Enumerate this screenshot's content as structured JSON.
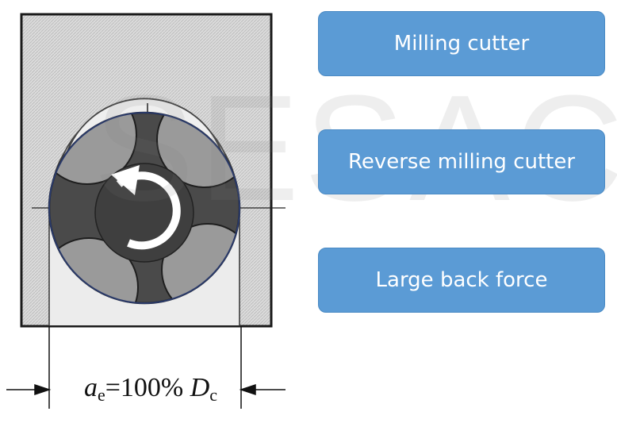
{
  "watermark": {
    "text": "SESAC"
  },
  "labels": {
    "milling_cutter": "Milling cutter",
    "reverse_milling_cutter": "Reverse milling cutter",
    "large_back_force": "Large back force"
  },
  "formula": {
    "a": "a",
    "a_sub": "e",
    "equals_value": "=100%",
    "d": "D",
    "d_sub": "c"
  },
  "colors": {
    "label_fill": "#5b9bd5",
    "cutter_body": "#4a4a4a",
    "insert": "#9a9a9a",
    "workpiece_hatch": "#d6d6d6",
    "rotation_arrow": "#ffffff"
  }
}
